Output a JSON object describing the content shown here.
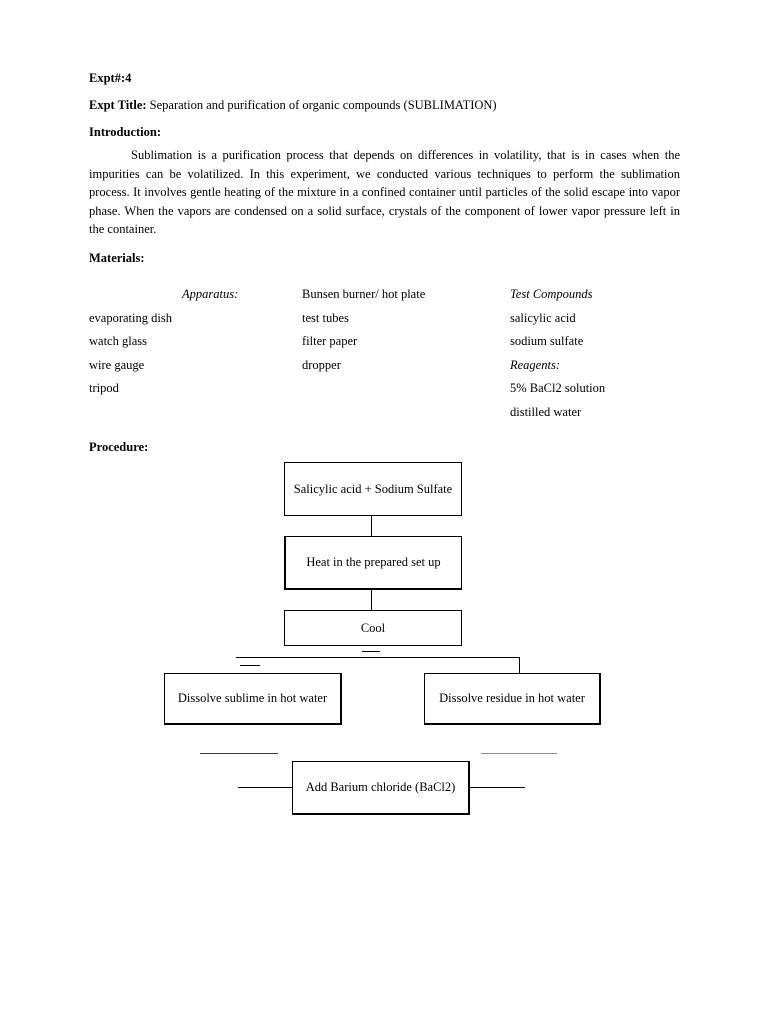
{
  "document": {
    "expt_number_label": "Expt#:4",
    "title_label": "Expt Title:",
    "title_value": "Separation and purification of organic compounds (SUBLIMATION)",
    "introduction_label": "Introduction:",
    "introduction_text": "Sublimation is a purification process that depends on differences in volatility, that is in cases when the impurities can be volatilized. In this experiment, we conducted various techniques to perform the sublimation process. It involves gentle heating of the mixture in a confined container until particles of the solid escape into vapor phase. When the vapors are condensed on a solid surface, crystals of the component of lower vapor pressure left in the container.",
    "materials_label": "Materials:",
    "procedure_label": "Procedure:"
  },
  "materials": {
    "column_1": {
      "heading": "Apparatus:",
      "items": [
        "evaporating dish",
        "watch glass",
        "wire gauge",
        "tripod"
      ]
    },
    "column_2": {
      "heading": "",
      "items": [
        "Bunsen burner/ hot plate",
        "test tubes",
        "filter paper",
        "dropper"
      ]
    },
    "column_3": {
      "heading": "Test Compounds",
      "items": [
        "salicylic acid",
        "sodium sulfate"
      ],
      "subheading": "Reagents:",
      "sub_items": [
        "5% BaCl2 solution",
        "distilled water"
      ]
    }
  },
  "flowchart": {
    "nodes": [
      {
        "id": "start",
        "text": "Salicylic acid + Sodium Sulfate"
      },
      {
        "id": "heat",
        "text": "Heat in the prepared set up"
      },
      {
        "id": "cool",
        "text": "Cool"
      },
      {
        "id": "sublime",
        "text": "Dissolve sublime in hot water"
      },
      {
        "id": "residue",
        "text": "Dissolve residue in hot water"
      },
      {
        "id": "bacl2",
        "text": "Add Barium chloride (BaCl2)"
      }
    ]
  },
  "colors": {
    "page_background": "#ffffff",
    "text": "#000000",
    "box_border": "#000000",
    "connector_gray": "#8a8a8a"
  }
}
